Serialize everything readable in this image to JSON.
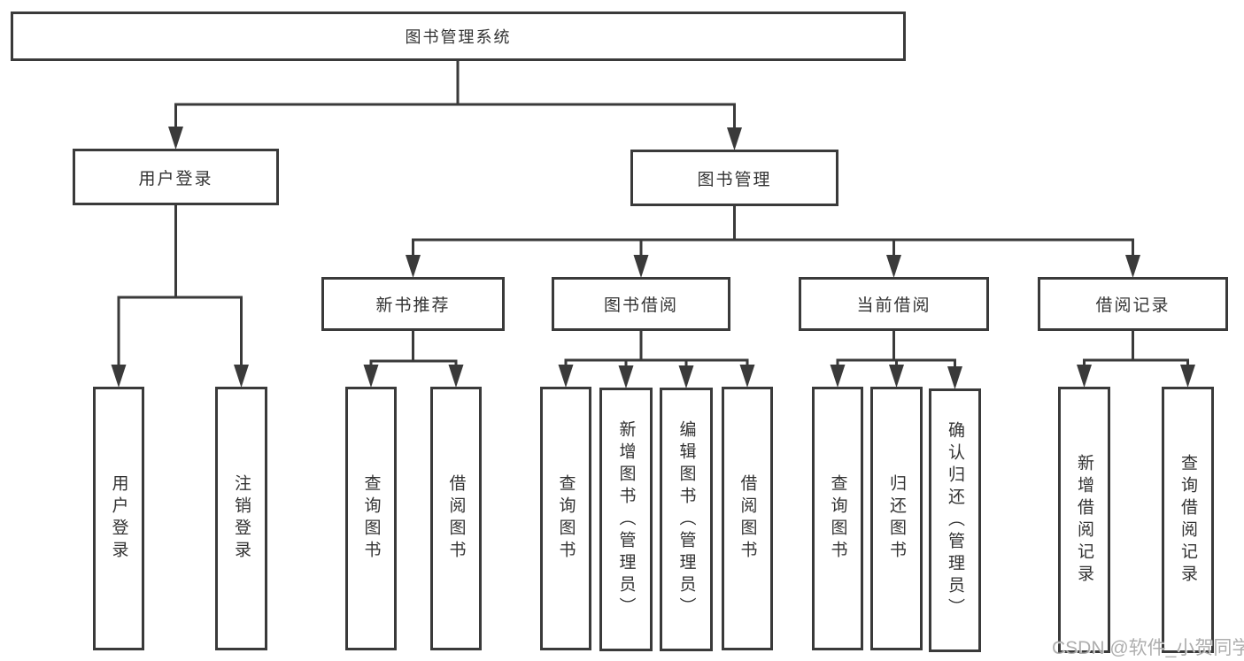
{
  "diagram": {
    "title": "图书管理系统",
    "level2": [
      {
        "label": "用户登录",
        "leaves": [
          "用户登录",
          "注销登录"
        ]
      },
      {
        "label": "图书管理",
        "modules": [
          {
            "label": "新书推荐",
            "leaves": [
              "查询图书",
              "借阅图书"
            ]
          },
          {
            "label": "图书借阅",
            "leaves": [
              "查询图书",
              "新增图书（管理员）",
              "编辑图书（管理员）",
              "借阅图书"
            ]
          },
          {
            "label": "当前借阅",
            "leaves": [
              "查询图书",
              "归还图书",
              "确认归还（管理员）"
            ]
          },
          {
            "label": "借阅记录",
            "leaves": [
              "新增借阅记录",
              "查询借阅记录"
            ]
          }
        ]
      }
    ]
  },
  "watermark": {
    "text": "CSDN @软件_小贺同学"
  },
  "colors": {
    "line": "#3a3a3a",
    "text": "#333333",
    "background": "#ffffff",
    "watermark": "#a5a5a5"
  }
}
